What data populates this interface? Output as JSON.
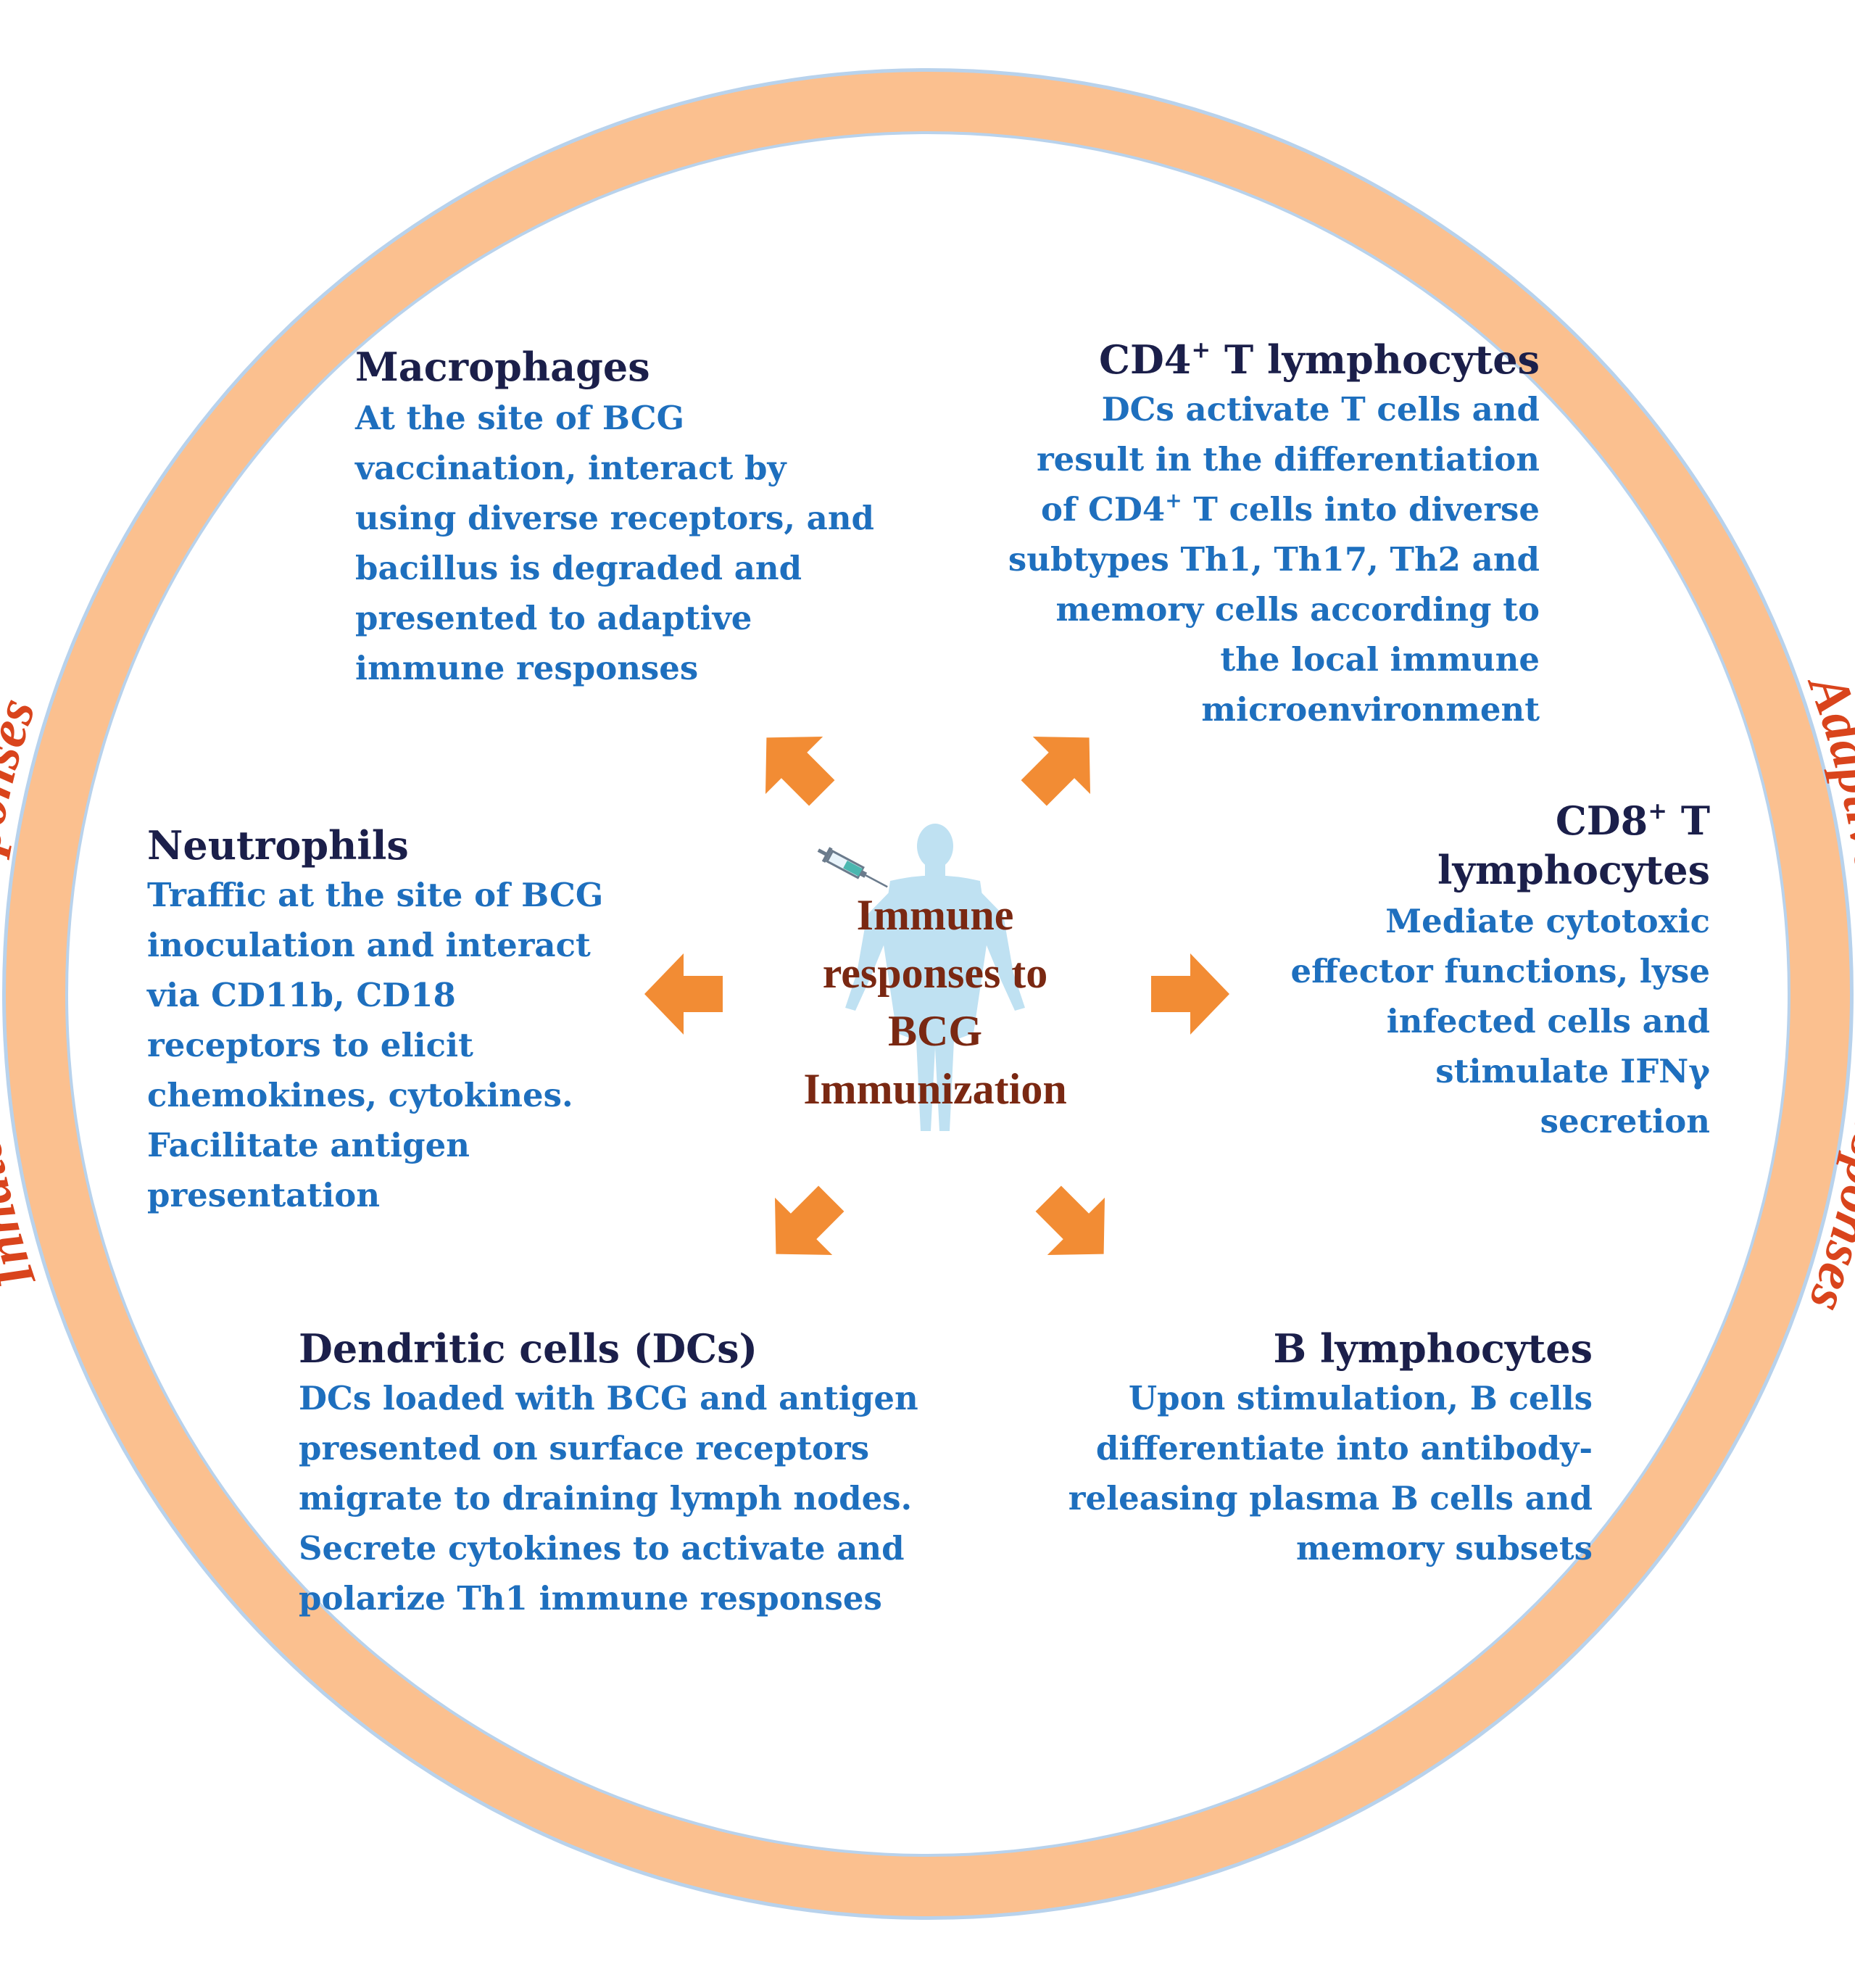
{
  "colors": {
    "ring": "#fbc08f",
    "ring_edge": "#b8d2ec",
    "arrow": "#f28c34",
    "heading": "#1b1f4a",
    "body": "#1e6fbe",
    "center_title": "#7a2812",
    "ring_label": "#d9441c",
    "figure": "#bfe1f2"
  },
  "ring_labels": {
    "left": "Innate immune responses",
    "right": "Adaptive immune responses"
  },
  "center": {
    "line1": "Immune",
    "line2": "responses to",
    "line3": "BCG",
    "line4": "Immunization",
    "icons": [
      "human-figure-icon",
      "syringe-icon"
    ]
  },
  "macrophages": {
    "title": "Macrophages",
    "lines": [
      "At the site of BCG",
      "vaccination, interact by",
      "using diverse receptors, and",
      "bacillus is degraded and",
      "presented to adaptive",
      "immune responses"
    ]
  },
  "cd4": {
    "title_a": "CD4",
    "title_sup": "+",
    "title_b": " T lymphocytes",
    "line1": "DCs activate T cells and",
    "line2": "result in the differentiation",
    "line3_a": "of CD4",
    "line3_sup": "+",
    "line3_b": " T cells into diverse",
    "line4": "subtypes Th1, Th17, Th2 and",
    "line5": "memory cells according to",
    "line6": "the local immune",
    "line7": "microenvironment"
  },
  "neutrophils": {
    "title": "Neutrophils",
    "lines": [
      "Traffic at the site of BCG",
      "inoculation and interact",
      "via CD11b, CD18",
      "receptors to elicit",
      "chemokines, cytokines.",
      "Facilitate antigen",
      "presentation"
    ]
  },
  "cd8": {
    "title_a": "CD8",
    "title_sup": "+",
    "title_b": " T",
    "title_line2": "lymphocytes",
    "lines": [
      "Mediate cytotoxic",
      "effector functions, lyse",
      "infected cells and",
      "stimulate IFNγ",
      "secretion"
    ]
  },
  "dendritic": {
    "title": "Dendritic cells (DCs)",
    "lines": [
      "DCs loaded with BCG and antigen",
      "presented on surface receptors",
      "migrate to draining lymph nodes.",
      "Secrete cytokines to activate and",
      "polarize Th1 immune responses"
    ]
  },
  "b_cells": {
    "title": "B lymphocytes",
    "lines": [
      "Upon stimulation, B cells",
      "differentiate into antibody-",
      "releasing plasma B cells and",
      "memory subsets"
    ]
  }
}
